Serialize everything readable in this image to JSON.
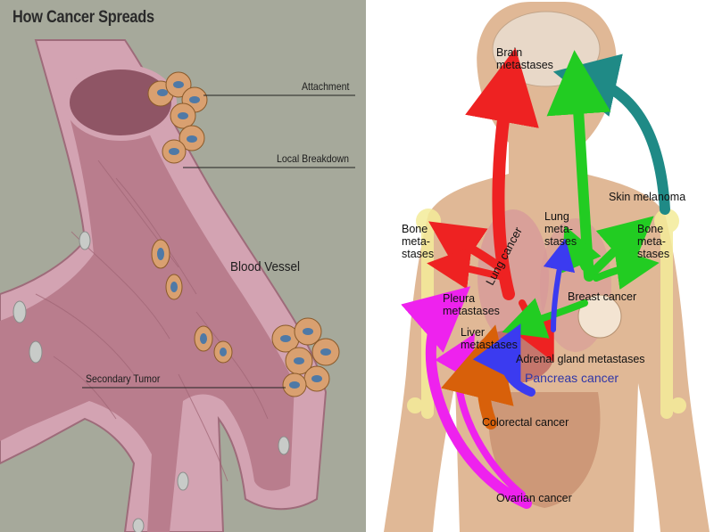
{
  "left_panel": {
    "title": "How Cancer Spreads",
    "labels": {
      "attachment": "Attachment",
      "local_breakdown": "Local Breakdown",
      "blood_vessel": "Blood Vessel",
      "secondary_tumor": "Secondary Tumor"
    },
    "colors": {
      "background": "#a7aa9c",
      "vessel_wall": "#c98f9f",
      "lumen": "#b47a88",
      "cell": "#d9a070",
      "nucleus": "#4f79a6"
    }
  },
  "right_panel": {
    "labels": {
      "brain": "Brain\nmetastases",
      "skin": "Skin melanoma",
      "bone_left": "Bone\nmeta-\nstases",
      "bone_right": "Bone\nmeta-\nstases",
      "lung_meta": "Lung\nmeta-\nstases",
      "lung_cancer": "Lung cancer",
      "breast": "Breast cancer",
      "pleura": "Pleura\nmetastases",
      "liver": "Liver\nmetastases",
      "adrenal": "Adrenal gland metastases",
      "pancreas": "Pancreas cancer",
      "colorectal": "Colorectal cancer",
      "ovarian": "Ovarian cancer"
    },
    "colors": {
      "body": "#e0b896",
      "lung_arrows": "#ee2222",
      "breast_arrows": "#22cc22",
      "melanoma_arrow": "#1f8a86",
      "ovarian_arrow": "#ee22ee",
      "colorectal_arrow": "#d8600a",
      "pancreas_arrow": "#3b3bf0",
      "skeleton": "#f4ec9a"
    }
  }
}
